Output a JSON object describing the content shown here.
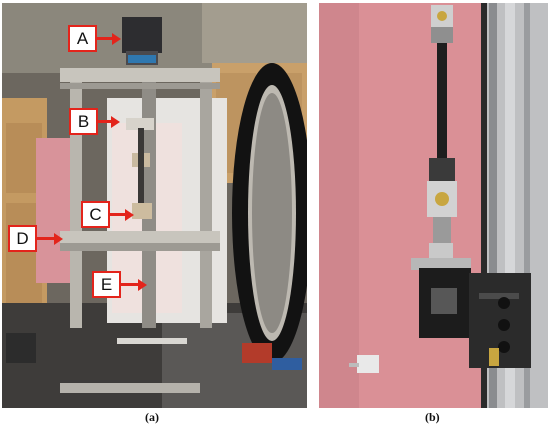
{
  "figure": {
    "panel_a": {
      "caption": "(a)",
      "callouts": [
        "A",
        "B",
        "C",
        "D",
        "E"
      ]
    },
    "panel_b": {
      "caption": "(b)"
    }
  },
  "colors": {
    "callout_border": "#e3241b",
    "callout_fill": "#ffffff",
    "frame_aluminum": "#b9b6ae",
    "pink_board": "#d98f95"
  }
}
